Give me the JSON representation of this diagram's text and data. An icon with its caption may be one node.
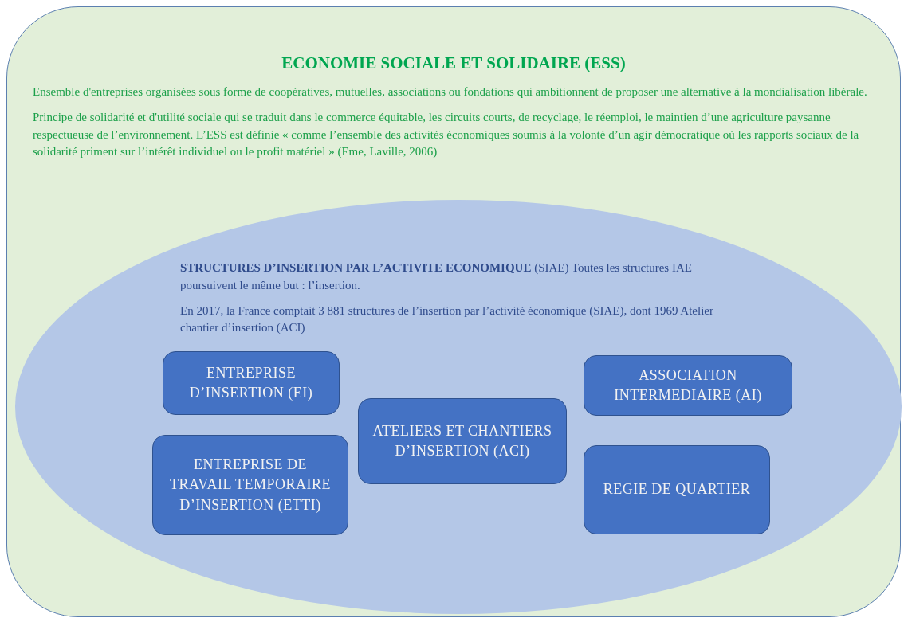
{
  "diagram": {
    "nodes": [
      {
        "text": [
          "ECONOMIE SOCIALE ET SOLIDAIRE (ESS)",
          "Ensemble d'entreprises organisées sous forme de coopératives, mutuelles, associations ou fondations qui ambitionnent de proposer une alternative à la mondialisation libérale.",
          "Principe de solidarité et d'utilité sociale qui se traduit dans le commerce équitable, les circuits courts, de recyclage, le réemploi, le maintien d’une agriculture paysanne respectueuse de l’environnement. L’ESS est définie « comme l’ensemble des activités économiques soumis à la volonté d’un agir démocratique où les rapports sociaux de la solidarité priment sur l’intérêt individuel ou le profit matériel » (Eme, Laville, 2006)"
        ]
      },
      {
        "text": [
          "**STRUCTURES D’INSERTION PAR L’ACTIVITE ECONOMIQUE** (SIAE) Toutes les structures IAE poursuivent le même but : l’insertion.",
          "En 2017, la France comptait 3 881 structures de l’insertion par l’activité économique (SIAE), dont 1969 Atelier chantier d’insertion (ACI)"
        ],
        "in": 0
      },
      {
        "text": [
          "ENTREPRISE D’INSERTION (EI)"
        ],
        "in": 1
      },
      {
        "text": [
          "ENTREPRISE DE TRAVAIL TEMPORAIRE D’INSERTION (ETTI)"
        ],
        "in": 1
      },
      {
        "text": [
          "ATELIERS ET CHANTIERS D’INSERTION (ACI)"
        ],
        "in": 1
      },
      {
        "text": [
          "ASSOCIATION INTERMEDIAIRE (AI)"
        ],
        "in": 1
      },
      {
        "text": [
          "REGIE DE QUARTIER"
        ],
        "in": 1
      }
    ]
  }
}
